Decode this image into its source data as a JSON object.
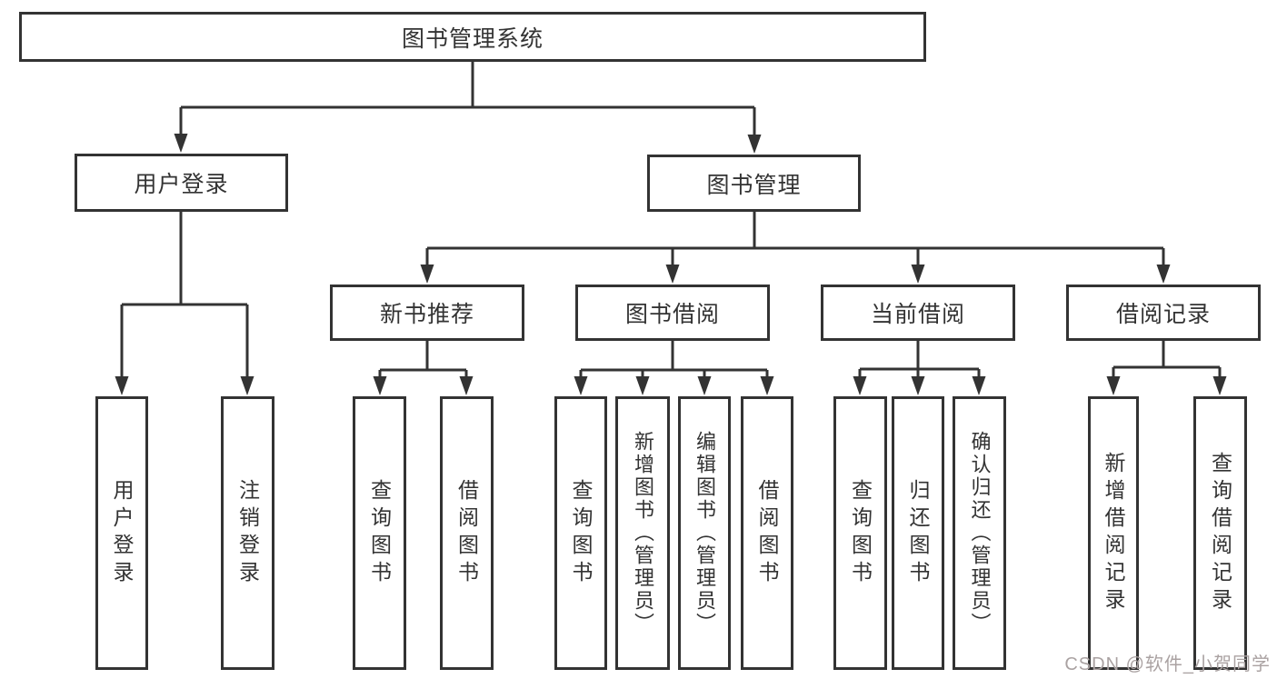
{
  "palette": {
    "line": "#333333",
    "box_border": "#333333",
    "box_fill": "#ffffff",
    "text": "#333333",
    "watermark_text_color": "#aaa2a2"
  },
  "diagram": {
    "type": "hierarchy-tree",
    "root": {
      "label": "图书管理系统"
    },
    "level2": [
      {
        "label": "用户登录",
        "children_labels": [
          "用户登录",
          "注销登录"
        ]
      },
      {
        "label": "图书管理"
      }
    ],
    "level3": [
      {
        "label": "新书推荐",
        "children_labels": [
          "查询图书",
          "借阅图书"
        ]
      },
      {
        "label": "图书借阅",
        "children_labels": [
          "查询图书",
          "新增图书（管理员）",
          "编辑图书（管理员）",
          "借阅图书"
        ]
      },
      {
        "label": "当前借阅",
        "children_labels": [
          "查询图书",
          "归还图书",
          "确认归还（管理员）"
        ]
      },
      {
        "label": "借阅记录",
        "children_labels": [
          "新增借阅记录",
          "查询借阅记录"
        ]
      }
    ]
  },
  "watermark": {
    "text": "CSDN @软件_小贺同学"
  }
}
